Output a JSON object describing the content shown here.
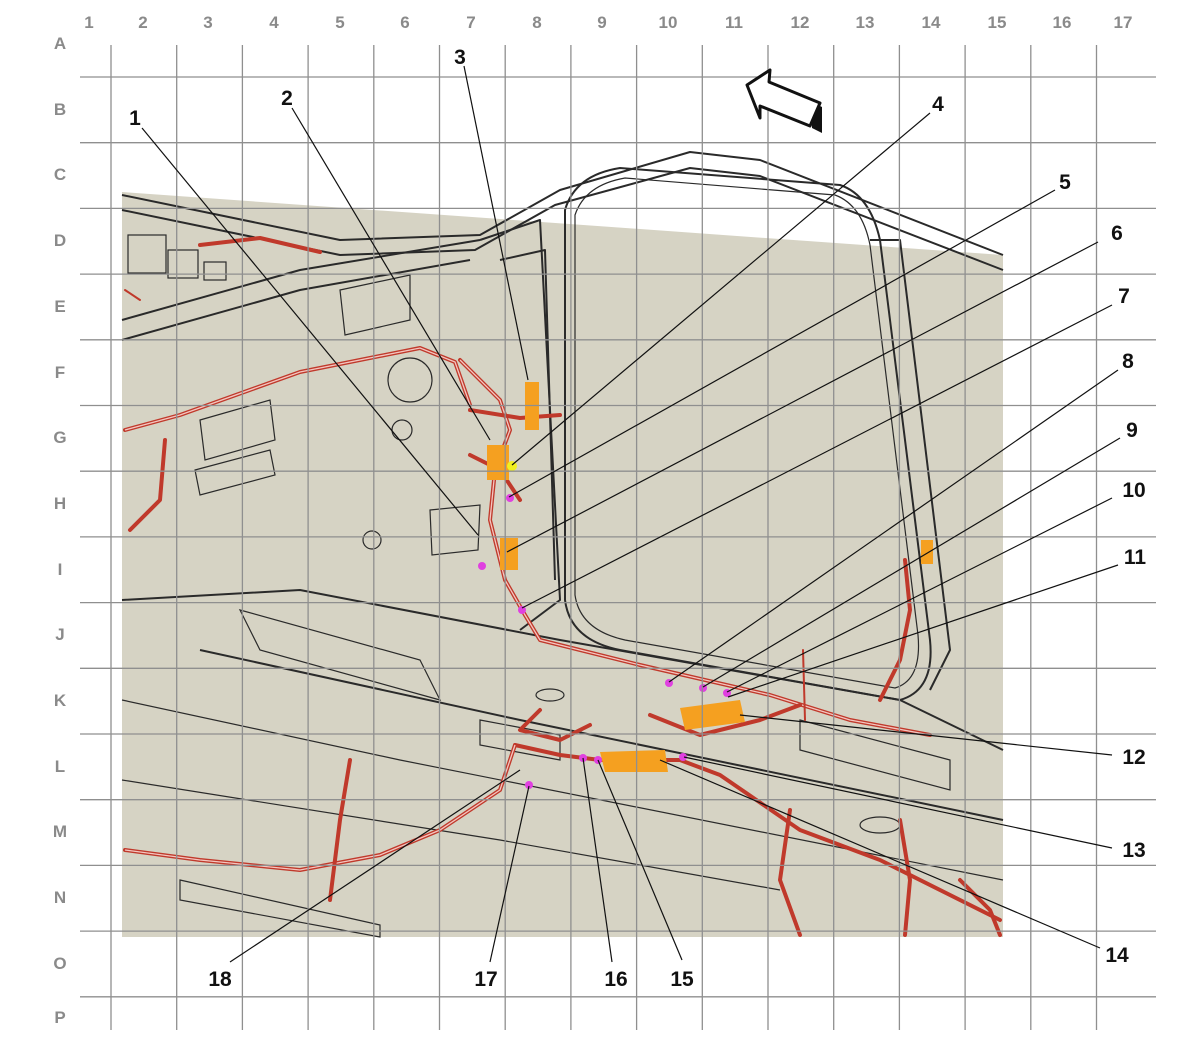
{
  "colors": {
    "background": "#ffffff",
    "panel": "#d6d3c4",
    "grid": "#8f8f8f",
    "grid_label": "#8a8a8a",
    "harness": "#c0392b",
    "connector_highlight": "#f5a020",
    "marker_magenta": "#e040e0",
    "marker_yellow": "#f0f020",
    "line": "#2a2a2a"
  },
  "grid": {
    "columns": [
      "1",
      "2",
      "3",
      "4",
      "5",
      "6",
      "7",
      "8",
      "9",
      "10",
      "11",
      "12",
      "13",
      "14",
      "15",
      "16",
      "17"
    ],
    "rows": [
      "A",
      "B",
      "C",
      "D",
      "E",
      "F",
      "G",
      "H",
      "I",
      "J",
      "K",
      "L",
      "M",
      "N",
      "O",
      "P"
    ]
  },
  "icons": {
    "direction_arrow": "forward-arrow-icon"
  },
  "callouts": [
    {
      "num": "1"
    },
    {
      "num": "2"
    },
    {
      "num": "3"
    },
    {
      "num": "4"
    },
    {
      "num": "5"
    },
    {
      "num": "6"
    },
    {
      "num": "7"
    },
    {
      "num": "8"
    },
    {
      "num": "9"
    },
    {
      "num": "10"
    },
    {
      "num": "11"
    },
    {
      "num": "12"
    },
    {
      "num": "13"
    },
    {
      "num": "14"
    },
    {
      "num": "15"
    },
    {
      "num": "16"
    },
    {
      "num": "17"
    },
    {
      "num": "18"
    }
  ]
}
